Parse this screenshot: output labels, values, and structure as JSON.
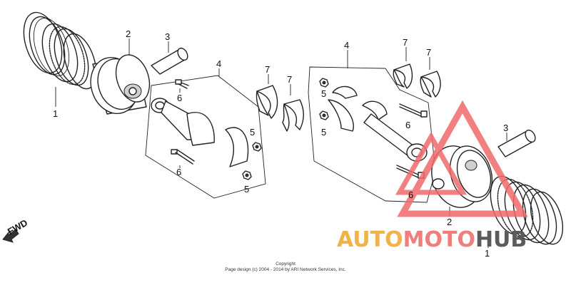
{
  "labels": {
    "piston_ring_set_left": "1",
    "piston_left": "2",
    "piston_pin_left": "3",
    "connecting_rod_box_left": "4",
    "nut_upper_left": "5",
    "nut_lower_left": "5",
    "rod_bolt_upper_left": "6",
    "rod_bolt_lower_left": "6",
    "bearing_upper_left": "7",
    "bearing_lower_left": "7",
    "connecting_rod_box_right": "4",
    "nut_upper_right": "5",
    "nut_lower_right": "5",
    "rod_bolt_upper_right": "6",
    "rod_bolt_lower_right": "6",
    "bearing_upper_right": "7",
    "bearing_lower_right": "7",
    "piston_pin_right": "3",
    "piston_right": "2",
    "piston_ring_set_right": "1"
  },
  "fwd_label": "FWD",
  "copyright": {
    "line1": "Copyright",
    "line2": "Page design (c) 2004 - 2014 by ARI Network Services, Inc."
  },
  "watermark": {
    "text_auto": "AUTO",
    "text_moto": "MOTO",
    "text_hub": "HUB",
    "color_auto": "#f2b24a",
    "color_moto": "#f07e7a",
    "color_hub": "#5b5b5b",
    "color_logo": "#f06a6a"
  }
}
